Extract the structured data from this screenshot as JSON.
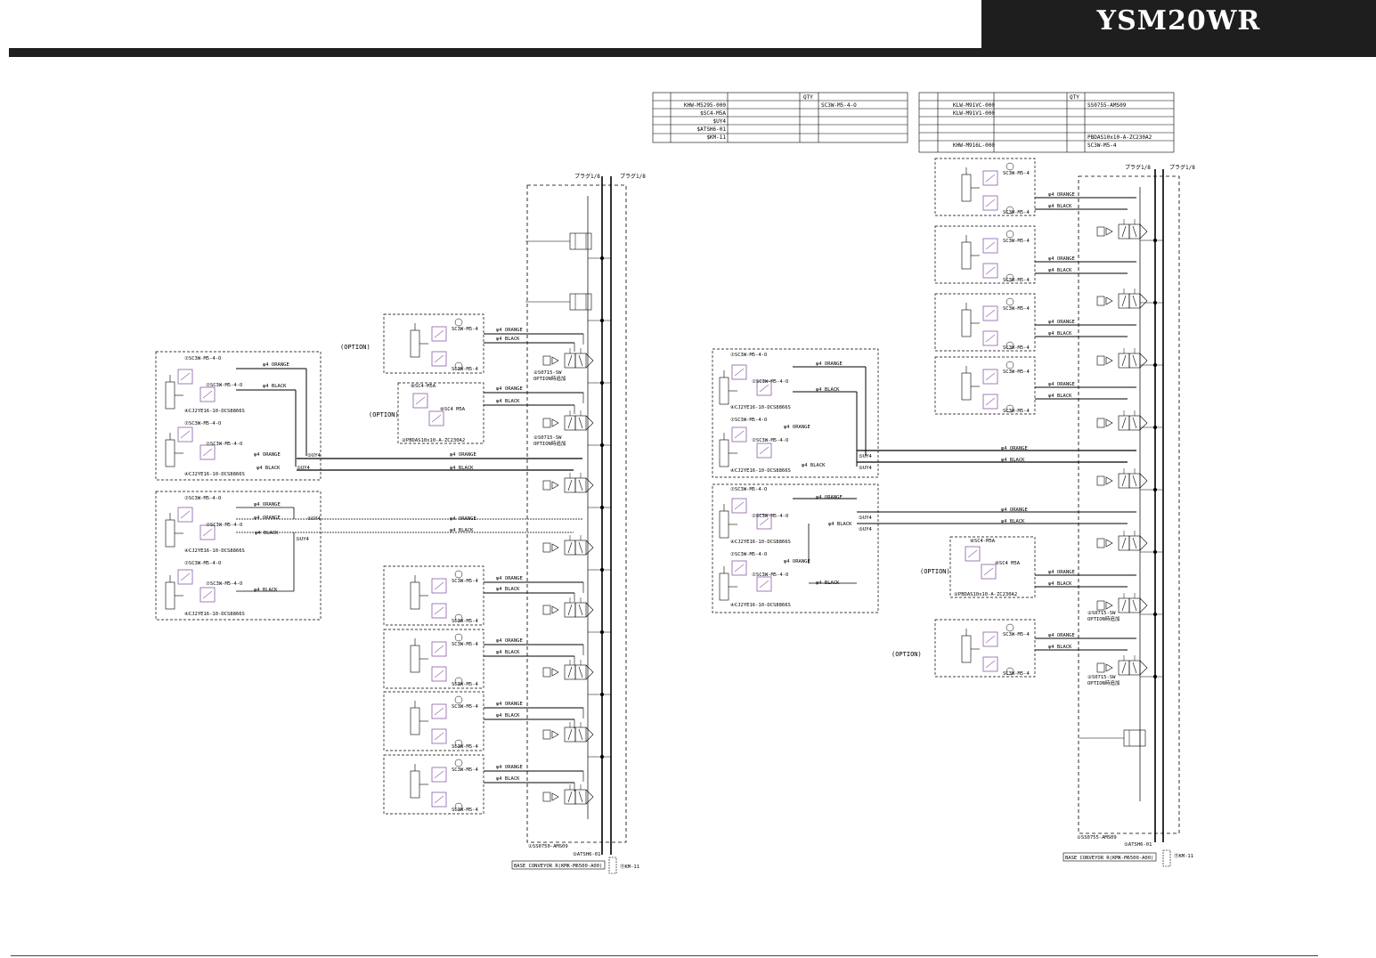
{
  "header": {
    "model": "YSM20WR"
  },
  "table_left": {
    "qty_header": "QTY",
    "rows": [
      {
        "part": "KHW-M5295-000",
        "model": "SC3W-M5-4-O"
      },
      {
        "part": "$SC4-M5A",
        "model": ""
      },
      {
        "part": "$UY4",
        "model": ""
      },
      {
        "part": "$ATSH6-01",
        "model": ""
      },
      {
        "part": "$KM-11",
        "model": ""
      }
    ]
  },
  "table_right": {
    "qty_header": "QTY",
    "rows": [
      {
        "part": "KLW-M91VC-000",
        "model": "SS0755-AMS09"
      },
      {
        "part": "KLW-M91V1-000",
        "model": ""
      },
      {
        "part": "",
        "model": ""
      },
      {
        "part": "",
        "model": ""
      },
      {
        "part": "",
        "model": "PBDAS10x10-A-ZC230A2"
      },
      {
        "part": "KHW-M916L-000",
        "model": "SC3W-M5-4"
      }
    ]
  },
  "labels": {
    "plug": "プラグ1/8",
    "option": "(OPTION)",
    "orange": "φ4 ORANGE",
    "black": "φ4 BLACK",
    "sc3w_m5_4": "SC3W-M5-4",
    "sc3w_m5_4_o_top": "⑦SC3W-M5-4-O",
    "sc3w_m5_4_o_mid": "⑦SC3W-M5-4-O",
    "cylinder": "④CJ2YE16-10-DCS8866S",
    "sc4_a": "⑧SC4-M5A",
    "sc4_b": "⑧SC4 M5A",
    "pbdas": "②PBDAS10x10-A-ZC230A2",
    "uy4_a": "⑤UY4",
    "uy4_b": "⑤UY4",
    "valve_sw": "②S0715-SW",
    "valve_opt": "OPTION時追加",
    "manifold_left": "①SS0750-AMS09",
    "manifold_right": "①SS0755-AMS09",
    "atsh": "⑤ATSH6-01",
    "base_left": "BASE CONVEYOR R(KMK-M6500-A00)",
    "base_right": "BASE CONVEYOR R(KMK-M6500-A00)",
    "km_left": "⑪KM-11",
    "km_right": "⑪KM-11"
  }
}
